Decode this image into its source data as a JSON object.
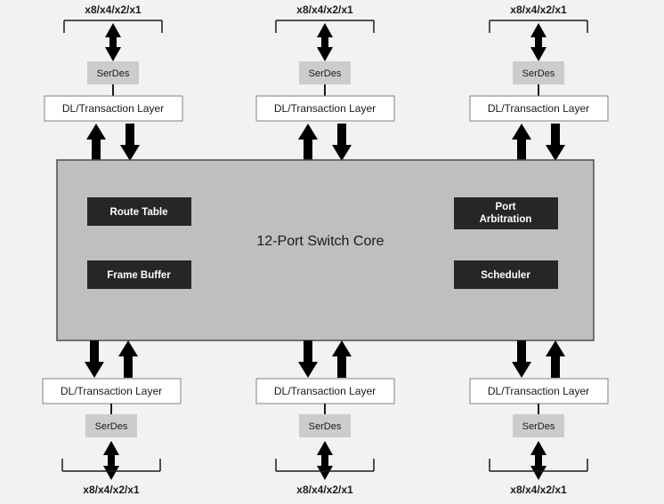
{
  "diagram": {
    "title_block": {
      "core_label": "12-Port Switch Core"
    },
    "colors": {
      "background": "#f2f2f2",
      "core_fill": "#bfbfbf",
      "core_border": "#4d4d4d",
      "unit_fill": "#262626",
      "unit_text": "#ffffff",
      "serdes_fill": "#cccccc",
      "dl_fill": "#ffffff",
      "dl_border": "#808080",
      "arrow": "#000000",
      "text": "#1a1a1a"
    },
    "core_units": [
      {
        "id": "route-table",
        "label": "Route Table",
        "lines": [
          "Route Table"
        ]
      },
      {
        "id": "frame-buffer",
        "label": "Frame Buffer",
        "lines": [
          "Frame Buffer"
        ]
      },
      {
        "id": "port-arbitration",
        "label": "Port Arbitration",
        "lines": [
          "Port",
          "Arbitration"
        ]
      },
      {
        "id": "scheduler",
        "label": "Scheduler",
        "lines": [
          "Scheduler"
        ]
      }
    ],
    "top_ports": [
      {
        "id": "top-port-1",
        "lane_label": "x8/x4/x2/x1",
        "serdes_label": "SerDes",
        "dl_label": "DL/Transaction Layer"
      },
      {
        "id": "top-port-2",
        "lane_label": "x8/x4/x2/x1",
        "serdes_label": "SerDes",
        "dl_label": "DL/Transaction Layer"
      },
      {
        "id": "top-port-3",
        "lane_label": "x8/x4/x2/x1",
        "serdes_label": "SerDes",
        "dl_label": "DL/Transaction Layer"
      }
    ],
    "bottom_ports": [
      {
        "id": "bottom-port-1",
        "lane_label": "x8/x4/x2/x1",
        "serdes_label": "SerDes",
        "dl_label": "DL/Transaction Layer"
      },
      {
        "id": "bottom-port-2",
        "lane_label": "x8/x4/x2/x1",
        "serdes_label": "SerDes",
        "dl_label": "DL/Transaction Layer"
      },
      {
        "id": "bottom-port-3",
        "lane_label": "x8/x4/x2/x1",
        "serdes_label": "SerDes",
        "dl_label": "DL/Transaction Layer"
      }
    ]
  }
}
